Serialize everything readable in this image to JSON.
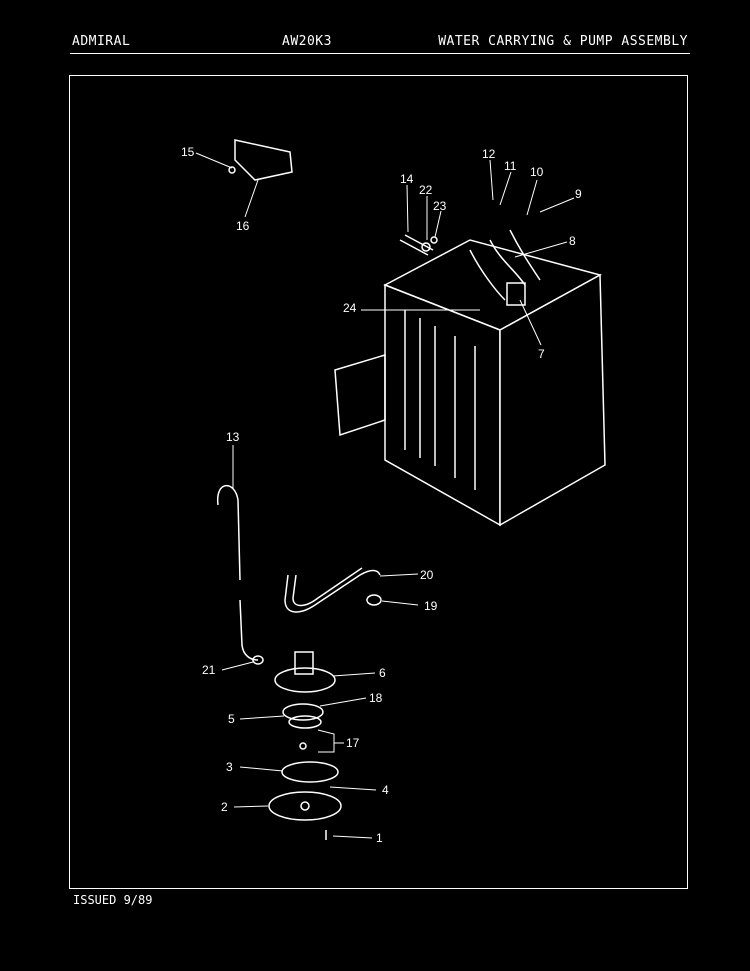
{
  "header": {
    "brand": "ADMIRAL",
    "model": "AW20K3",
    "section": "WATER CARRYING & PUMP ASSEMBLY"
  },
  "footer": {
    "issued": "ISSUED 9/89"
  },
  "callouts": {
    "c1": "1",
    "c2": "2",
    "c3": "3",
    "c4": "4",
    "c5": "5",
    "c6": "6",
    "c7": "7",
    "c8": "8",
    "c9": "9",
    "c10": "10",
    "c11": "11",
    "c12": "12",
    "c13": "13",
    "c14": "14",
    "c15": "15",
    "c16": "16",
    "c17": "17",
    "c18": "18",
    "c19": "19",
    "c20": "20",
    "c21": "21",
    "c22": "22",
    "c23": "23",
    "c24": "24"
  }
}
